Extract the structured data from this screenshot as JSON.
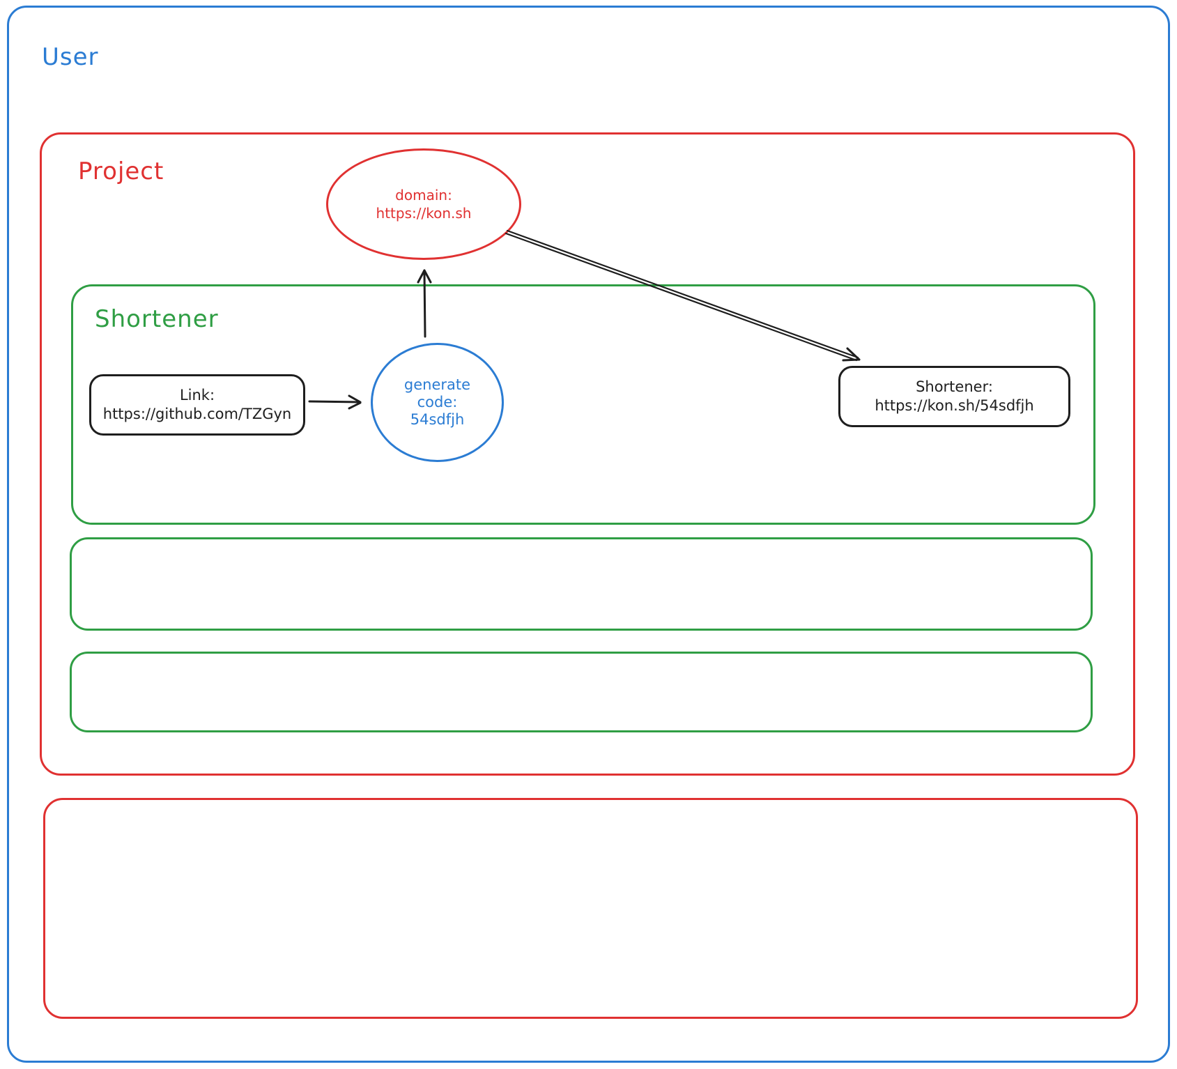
{
  "diagram": {
    "containers": {
      "user": {
        "label": "User"
      },
      "project": {
        "label": "Project"
      },
      "shortener": {
        "label": "Shortener"
      }
    },
    "nodes": {
      "domain": {
        "lines": [
          "domain:",
          "https://kon.sh"
        ]
      },
      "link": {
        "lines": [
          "Link:",
          "https://github.com/TZGyn"
        ]
      },
      "generate_code": {
        "lines": [
          "generate",
          "code:",
          "54sdfjh"
        ]
      },
      "short_url": {
        "lines": [
          "Shortener:",
          "https://kon.sh/54sdfjh"
        ]
      }
    },
    "colors": {
      "blue": "#2b7cd3",
      "red": "#e03131",
      "green": "#2f9e44",
      "ink": "#1e1e1e"
    }
  }
}
